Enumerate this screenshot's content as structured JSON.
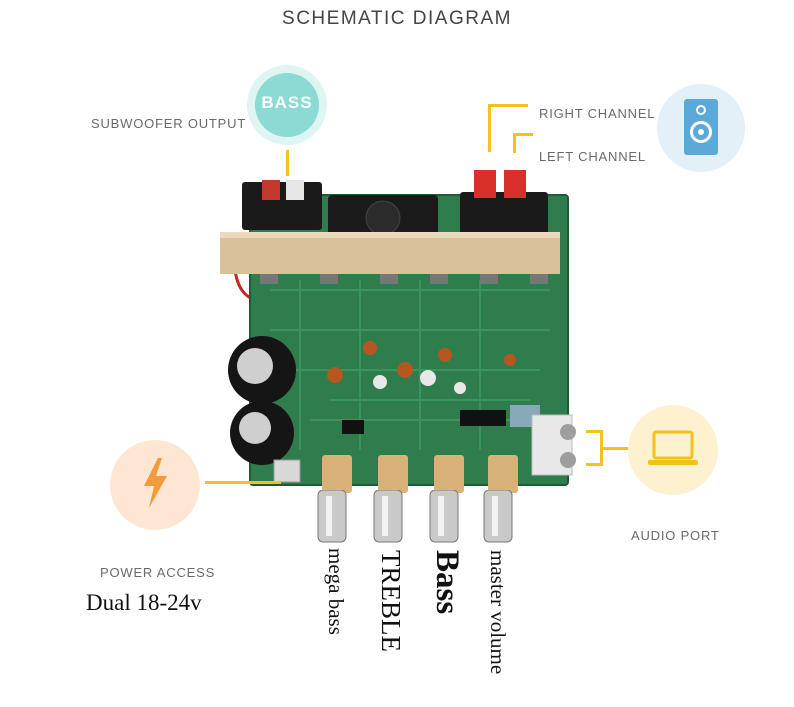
{
  "header": {
    "title": "SCHEMATIC DIAGRAM"
  },
  "labels": {
    "subwoofer_output": "SUBWOOFER OUTPUT",
    "right_channel": "RIGHT CHANNEL",
    "left_channel": "LEFT CHANNEL",
    "audio_port": "AUDIO PORT",
    "power_access": "POWER ACCESS",
    "voltage": "Dual 18-24v"
  },
  "badges": {
    "bass_badge": "BASS"
  },
  "knobs": [
    {
      "label": "mega bass"
    },
    {
      "label": "TREBLE"
    },
    {
      "label": "Bass"
    },
    {
      "label": "master volume"
    }
  ],
  "colors": {
    "accent_yellow": "#f4c21a",
    "teal": "#7fd6cf",
    "speaker_blue": "#5aa9d8",
    "power_orange": "#f29a3c",
    "pcb_green": "#2f7d4c"
  },
  "icons": [
    "bass-badge-icon",
    "speaker-icon",
    "laptop-icon",
    "lightning-icon"
  ]
}
